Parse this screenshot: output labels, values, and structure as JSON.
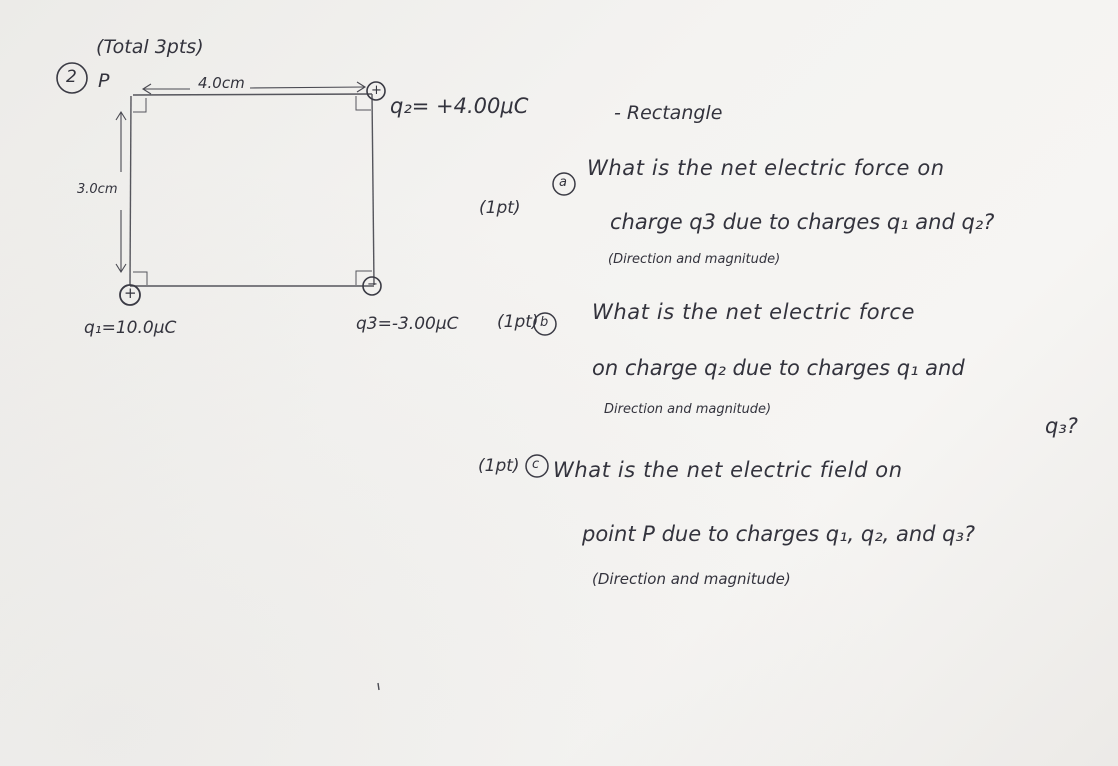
{
  "header": {
    "total_points": "(Total 3pts)",
    "problem_number": "2"
  },
  "figure": {
    "point_label": "P",
    "width_label": "4.0cm",
    "height_label": "3.0cm",
    "q1_sign": "+",
    "q2_sign": "+",
    "q3_sign": "−",
    "q1_label": "q₁=10.0μC",
    "q2_label": "q₂= +4.00μC",
    "q3_label": "q3=-3.00μC",
    "shape_note": "- Rectangle"
  },
  "questions": {
    "a": {
      "points": "(1pt)",
      "letter": "a",
      "line1": "What is the net electric force on",
      "line2": "charge q3 due to charges q₁ and q₂?",
      "note": "(Direction and magnitude)"
    },
    "b": {
      "points": "(1pt)",
      "letter": "b",
      "line1": "What is the net electric force",
      "line2": "on charge q₂ due to charges q₁ and",
      "line3": "q₃?",
      "note": "Direction and magnitude)"
    },
    "c": {
      "points": "(1pt)",
      "letter": "c",
      "line1": "What is the net electric field on",
      "line2": "point P due to charges q₁, q₂, and q₃?",
      "note": "(Direction and magnitude)"
    }
  }
}
